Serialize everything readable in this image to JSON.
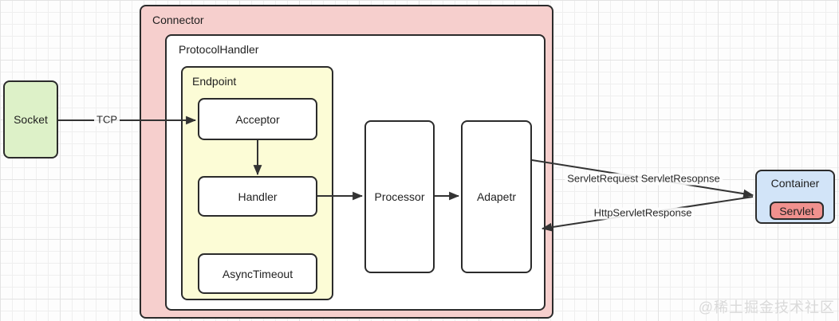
{
  "groups": {
    "connector": {
      "label": "Connector"
    },
    "protocol_handler": {
      "label": "ProtocolHandler"
    },
    "endpoint": {
      "label": "Endpoint"
    }
  },
  "nodes": {
    "socket": {
      "label": "Socket"
    },
    "acceptor": {
      "label": "Acceptor"
    },
    "handler": {
      "label": "Handler"
    },
    "async_timeout": {
      "label": "AsyncTimeout"
    },
    "processor": {
      "label": "Processor"
    },
    "adapter": {
      "label": "Adapetr"
    },
    "container": {
      "label": "Container"
    },
    "servlet": {
      "label": "Servlet"
    }
  },
  "edges": {
    "tcp": {
      "label": "TCP"
    },
    "request": {
      "label": "ServletRequest ServletResopnse"
    },
    "response": {
      "label": "HttpServletResponse"
    }
  },
  "watermark": "@稀土掘金技术社区",
  "colors": {
    "border": "#2b2b2b",
    "line": "#333333",
    "connector-fill": "#f6cfcd",
    "endpoint-fill": "#fcfcd6",
    "socket-fill": "#ddf1c8",
    "container-fill": "#d2e4f8",
    "servlet-fill": "#f0918e",
    "watermark": "#d9d9d9"
  }
}
